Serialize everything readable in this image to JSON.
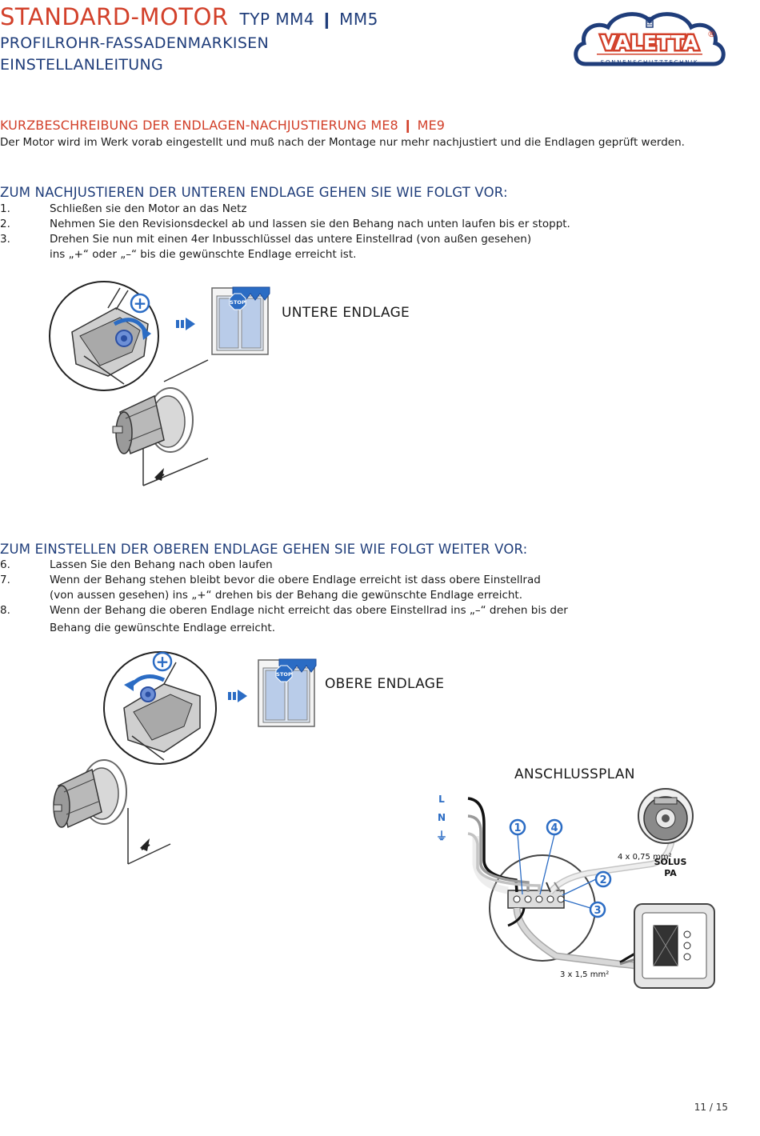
{
  "header": {
    "title": "STANDARD-MOTOR",
    "type": "TYP MM4 ❙ MM5",
    "subtitle1": "PROFILROHR-FASSADENMARKISEN",
    "subtitle2": "EINSTELLANLEITUNG"
  },
  "logo": {
    "brand": "VALETTA",
    "tagline": "SONNENSCHUTZTECHNIK",
    "reg": "®"
  },
  "section1": {
    "heading": "KURZBESCHREIBUNG DER ENDLAGEN-NACHJUSTIERUNG ME8 ❙ ME9",
    "text": "Der Motor wird im Werk vorab eingestellt und muß nach der Montage nur mehr nachjustiert und die Endlagen geprüft werden."
  },
  "section2": {
    "heading": "ZUM NACHJUSTIEREN DER UNTEREN ENDLAGE GEHEN SIE WIE FOLGT VOR:",
    "items": [
      {
        "num": "1.",
        "text": "Schließen sie den Motor an das Netz"
      },
      {
        "num": "2.",
        "text": "Nehmen Sie den Revisionsdeckel ab und lassen sie den Behang nach unten laufen bis er stoppt."
      },
      {
        "num": "3.",
        "text": "Drehen Sie nun mit einen 4er Inbusschlüssel das untere Einstellrad (von außen gesehen)",
        "cont": "ins „+“ oder „–“ bis die gewünschte Endlage erreicht ist."
      }
    ],
    "figure_label": "UNTERE ENDLAGE",
    "stop": "STOP",
    "plus": "+"
  },
  "section3": {
    "heading": "ZUM EINSTELLEN DER OBEREN ENDLAGE GEHEN SIE WIE FOLGT WEITER VOR:",
    "items": [
      {
        "num": "6.",
        "text": "Lassen Sie den Behang nach oben laufen"
      },
      {
        "num": "7.",
        "text": "Wenn der Behang stehen bleibt bevor die obere Endlage erreicht ist dass obere Einstellrad",
        "cont": "(von aussen gesehen) ins „+“ drehen bis der Behang die gewünschte Endlage erreicht."
      },
      {
        "num": "8.",
        "text": "Wenn der Behang die oberen Endlage nicht erreicht das obere Einstellrad ins „–“ drehen bis der",
        "cont": "Behang die gewünschte Endlage erreicht."
      }
    ],
    "figure_label": "OBERE ENDLAGE",
    "stop": "STOP",
    "plus": "+"
  },
  "wiring": {
    "title": "ANSCHLUSSPLAN",
    "L": "L",
    "N": "N",
    "earth": "⏚",
    "n1": "1",
    "n2": "2",
    "n3": "3",
    "n4": "4",
    "cable_motor": "4 x 0,75 mm²",
    "cable_mains": "3 x 1,5 mm²",
    "device1": "SOLUS",
    "device2": "PA"
  },
  "footer": {
    "page": "11 / 15"
  },
  "colors": {
    "red": "#d2402a",
    "navy": "#1f3d7a",
    "blue": "#2b6cc4"
  }
}
